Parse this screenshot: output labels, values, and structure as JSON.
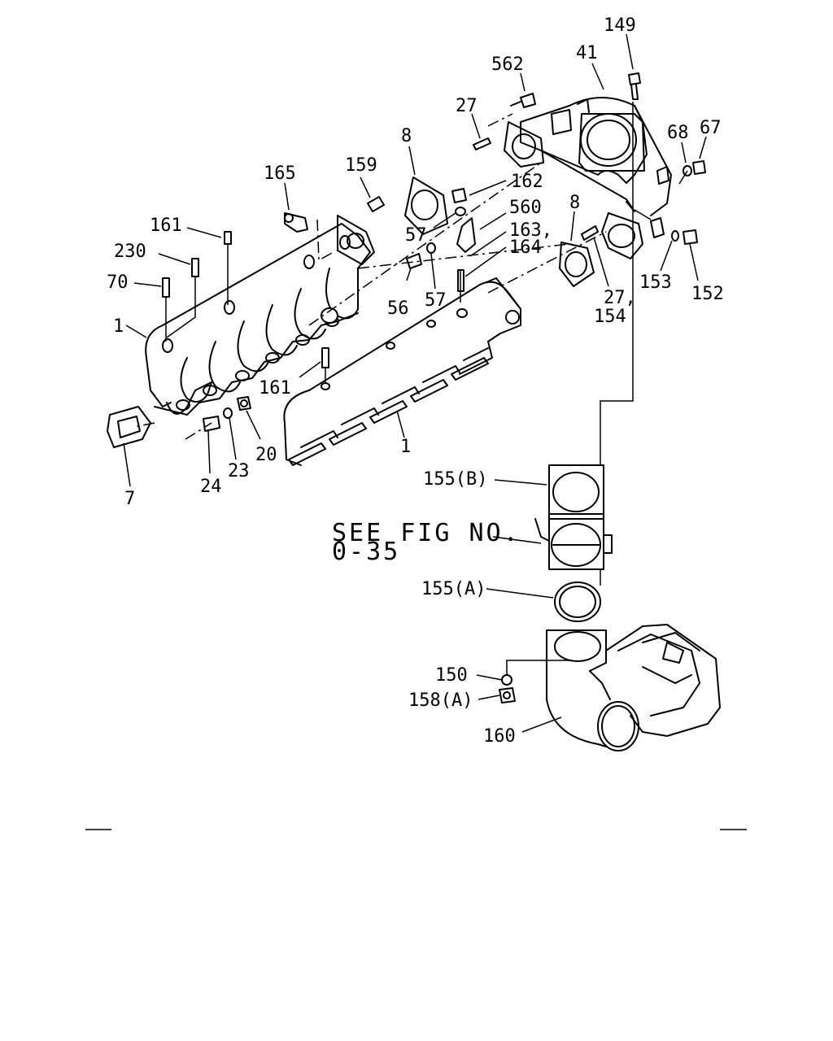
{
  "labels": {
    "l149": "149",
    "l41": "41",
    "l562": "562",
    "l27a": "27",
    "l68": "68",
    "l67": "67",
    "l8a": "8",
    "l165": "165",
    "l159": "159",
    "l162": "162",
    "l560": "560",
    "l8b": "8",
    "l161a": "161",
    "l57a": "57",
    "l163": "163,",
    "l164": "164",
    "l230": "230",
    "l70": "70",
    "l56": "56",
    "l57b": "57",
    "l27b": "27,",
    "l154": "154",
    "l153": "153",
    "l152": "152",
    "l1a": "1",
    "l161b": "161",
    "l20": "20",
    "l23": "23",
    "l24": "24",
    "l7": "7",
    "l1b": "1",
    "l155b": "155(B)",
    "l155a": "155(A)",
    "l150": "150",
    "l158a": "158(A)",
    "l160": "160"
  },
  "reference": {
    "line1": "SEE FIG NO.",
    "line2": "0-35"
  }
}
